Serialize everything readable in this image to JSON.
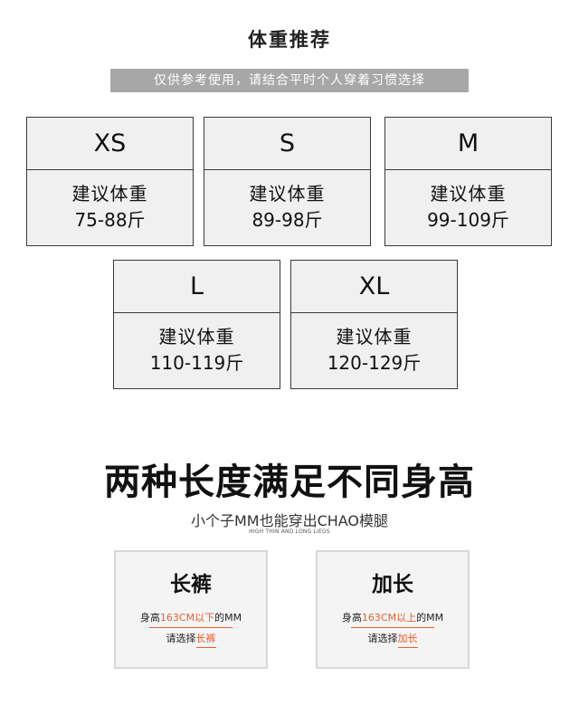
{
  "weight_section": {
    "title": "体重推荐",
    "subtitle": "仅供参考使用，请结合平时个人穿着习惯选择",
    "recommend_label": "建议体重",
    "sizes": [
      {
        "size": "XS",
        "range": "75-88斤"
      },
      {
        "size": "S",
        "range": "89-98斤"
      },
      {
        "size": "M",
        "range": "99-109斤"
      },
      {
        "size": "L",
        "range": "110-119斤"
      },
      {
        "size": "XL",
        "range": "120-129斤"
      }
    ]
  },
  "length_section": {
    "heading": "两种长度满足不同身高",
    "subheading": "小个子MM也能穿出CHAO模腿",
    "caption": "HIGH THIN AND LONG LIEGS",
    "options": [
      {
        "title": "长裤",
        "desc_prefix": "身高",
        "desc_highlight": "163CM以下",
        "desc_suffix": "的MM",
        "choose_prefix": "请选择",
        "choose_highlight": "长裤"
      },
      {
        "title": "加长",
        "desc_prefix": "身高",
        "desc_highlight": "163CM以上",
        "desc_suffix": "的MM",
        "choose_prefix": "请选择",
        "choose_highlight": "加长"
      }
    ],
    "highlight_color": "#e8602c"
  }
}
